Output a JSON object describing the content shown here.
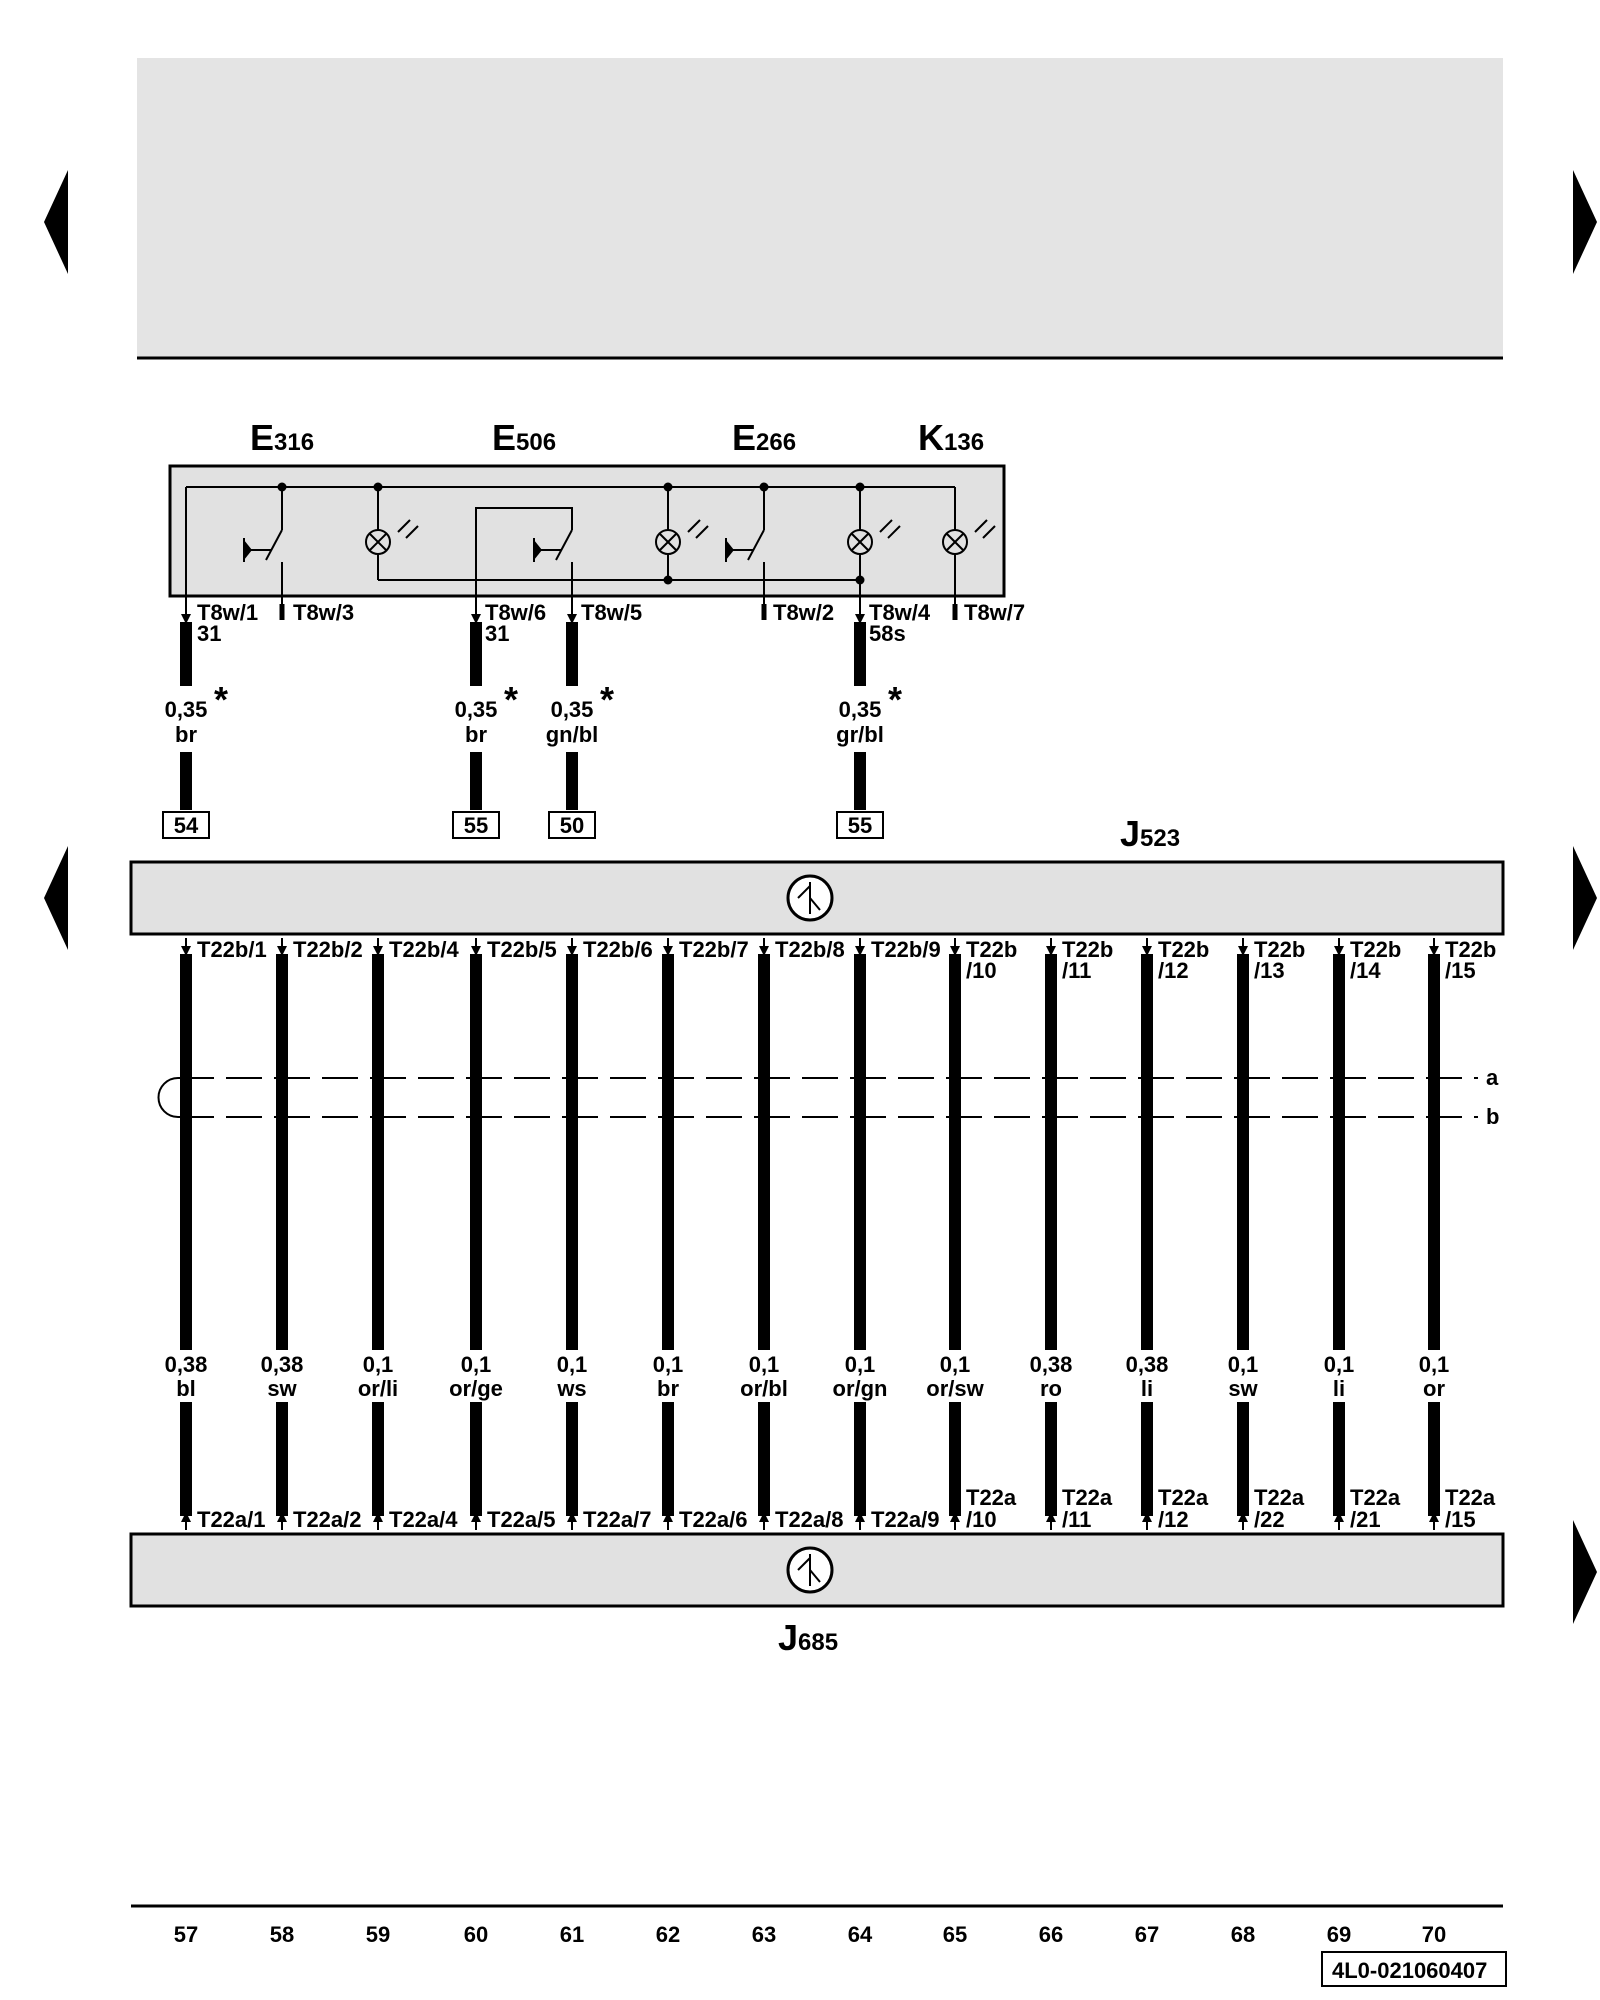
{
  "diagram_id": "4L0-021060407",
  "top_components": [
    {
      "letter": "E",
      "num": "316"
    },
    {
      "letter": "E",
      "num": "506"
    },
    {
      "letter": "E",
      "num": "266"
    },
    {
      "letter": "K",
      "num": "136"
    }
  ],
  "t8w_pins": [
    {
      "label": "T8w/1",
      "sub": "31",
      "arrow": true
    },
    {
      "label": "T8w/3",
      "sub": "",
      "arrow": false
    },
    {
      "label": "T8w/6",
      "sub": "31",
      "arrow": true
    },
    {
      "label": "T8w/5",
      "sub": "",
      "arrow": true
    },
    {
      "label": "T8w/2",
      "sub": "",
      "arrow": false
    },
    {
      "label": "T8w/4",
      "sub": "58s",
      "arrow": true
    },
    {
      "label": "T8w/7",
      "sub": "",
      "arrow": false
    }
  ],
  "top_wires": [
    {
      "gauge": "0,35",
      "color": "br",
      "star": "*",
      "ref": "54"
    },
    {
      "gauge": "0,35",
      "color": "br",
      "star": "*",
      "ref": "55"
    },
    {
      "gauge": "0,35",
      "color": "gn/bl",
      "star": "*",
      "ref": "50"
    },
    {
      "gauge": "0,35",
      "color": "gr/bl",
      "star": "*",
      "ref": "55"
    }
  ],
  "j523": {
    "letter": "J",
    "num": "523"
  },
  "j685": {
    "letter": "J",
    "num": "685"
  },
  "t22b_pins": [
    {
      "l1": "T22b/1",
      "l2": ""
    },
    {
      "l1": "T22b/2",
      "l2": ""
    },
    {
      "l1": "T22b/4",
      "l2": ""
    },
    {
      "l1": "T22b/5",
      "l2": ""
    },
    {
      "l1": "T22b/6",
      "l2": ""
    },
    {
      "l1": "T22b/7",
      "l2": ""
    },
    {
      "l1": "T22b/8",
      "l2": ""
    },
    {
      "l1": "T22b/9",
      "l2": ""
    },
    {
      "l1": "T22b",
      "l2": "/10"
    },
    {
      "l1": "T22b",
      "l2": "/11"
    },
    {
      "l1": "T22b",
      "l2": "/12"
    },
    {
      "l1": "T22b",
      "l2": "/13"
    },
    {
      "l1": "T22b",
      "l2": "/14"
    },
    {
      "l1": "T22b",
      "l2": "/15"
    }
  ],
  "mid_wires": [
    {
      "gauge": "0,38",
      "color": "bl"
    },
    {
      "gauge": "0,38",
      "color": "sw"
    },
    {
      "gauge": "0,1",
      "color": "or/li"
    },
    {
      "gauge": "0,1",
      "color": "or/ge"
    },
    {
      "gauge": "0,1",
      "color": "ws"
    },
    {
      "gauge": "0,1",
      "color": "br"
    },
    {
      "gauge": "0,1",
      "color": "or/bl"
    },
    {
      "gauge": "0,1",
      "color": "or/gn"
    },
    {
      "gauge": "0,1",
      "color": "or/sw"
    },
    {
      "gauge": "0,38",
      "color": "ro"
    },
    {
      "gauge": "0,38",
      "color": "li"
    },
    {
      "gauge": "0,1",
      "color": "sw"
    },
    {
      "gauge": "0,1",
      "color": "li"
    },
    {
      "gauge": "0,1",
      "color": "or"
    }
  ],
  "t22a_pins": [
    {
      "l1": "T22a/1",
      "l2": ""
    },
    {
      "l1": "T22a/2",
      "l2": ""
    },
    {
      "l1": "T22a/4",
      "l2": ""
    },
    {
      "l1": "T22a/5",
      "l2": ""
    },
    {
      "l1": "T22a/7",
      "l2": ""
    },
    {
      "l1": "T22a/6",
      "l2": ""
    },
    {
      "l1": "T22a/8",
      "l2": ""
    },
    {
      "l1": "T22a/9",
      "l2": ""
    },
    {
      "l1": "T22a",
      "l2": "/10"
    },
    {
      "l1": "T22a",
      "l2": "/11"
    },
    {
      "l1": "T22a",
      "l2": "/12"
    },
    {
      "l1": "T22a",
      "l2": "/22"
    },
    {
      "l1": "T22a",
      "l2": "/21"
    },
    {
      "l1": "T22a",
      "l2": "/15"
    }
  ],
  "bus_labels": [
    "a",
    "b"
  ],
  "columns": [
    "57",
    "58",
    "59",
    "60",
    "61",
    "62",
    "63",
    "64",
    "65",
    "66",
    "67",
    "68",
    "69",
    "70"
  ],
  "colors": {
    "line": "#000000",
    "panel": "#e1e1e1",
    "header": "#e4e4e4"
  }
}
